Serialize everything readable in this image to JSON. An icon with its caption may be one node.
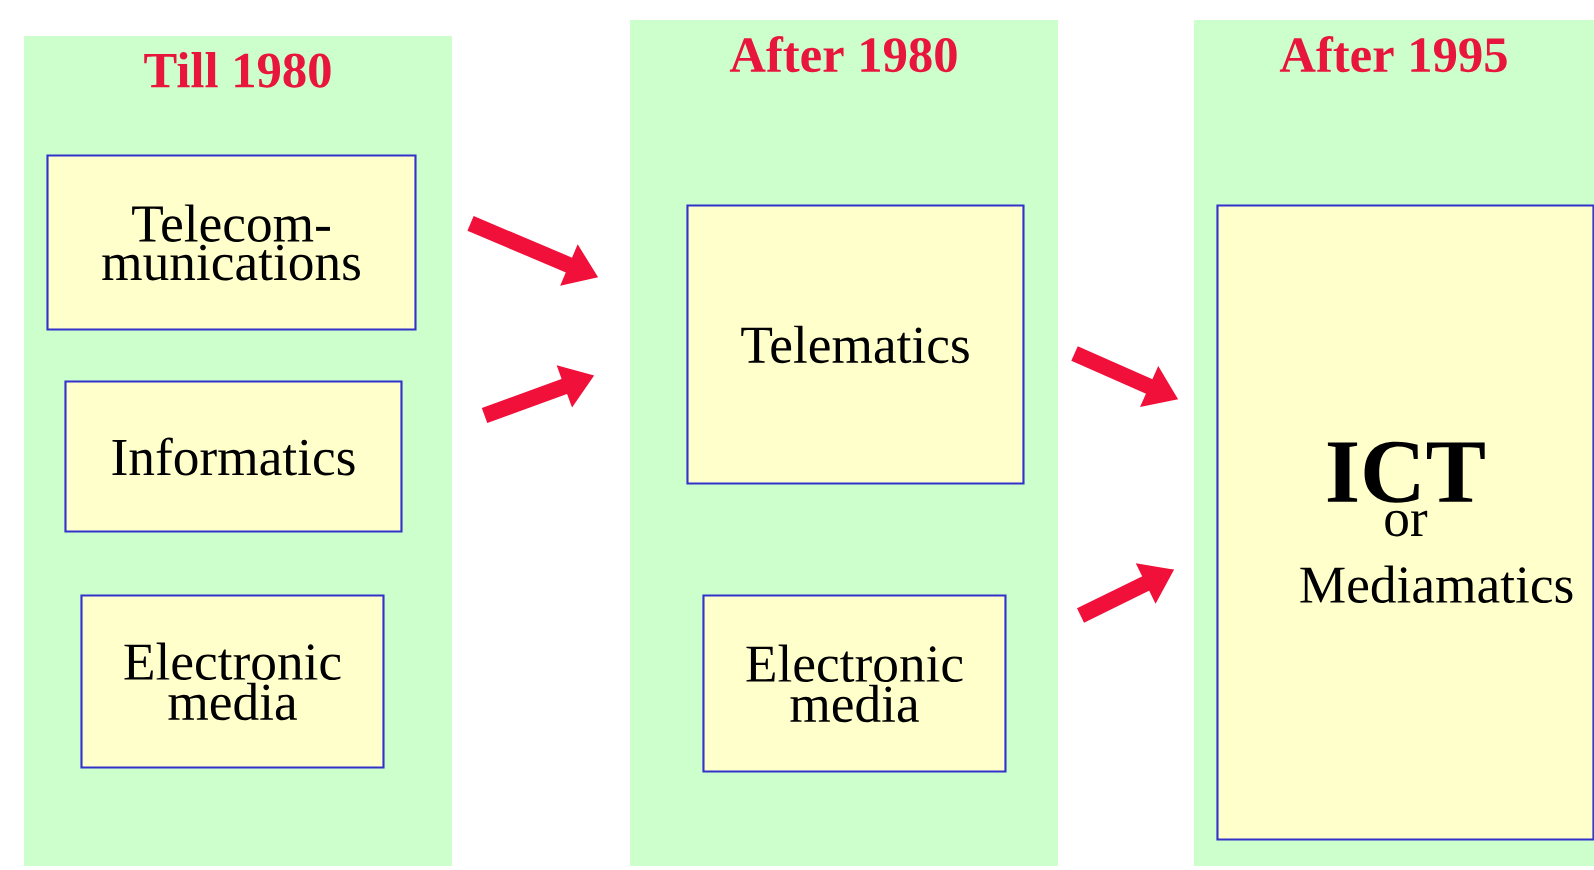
{
  "diagram": {
    "nodes": [
      {
        "text": [
          "Till 1980"
        ]
      },
      {
        "text": [
          "Telecom- munications"
        ],
        "in": 0
      },
      {
        "text": [
          "Informatics"
        ],
        "in": 0
      },
      {
        "text": [
          "Electronic media"
        ],
        "in": 0
      },
      {
        "text": [
          "After 1980"
        ]
      },
      {
        "text": [
          "Telematics"
        ],
        "in": 4
      },
      {
        "text": [
          "Electronic media"
        ],
        "in": 4
      },
      {
        "text": [
          "After 1995"
        ]
      },
      {
        "text": [
          "ICT",
          "or Mediamatics"
        ],
        "in": 7
      }
    ],
    "edges": [
      {
        "from": 1,
        "to": 5,
        "arrow": "to"
      },
      {
        "from": 2,
        "to": 5,
        "arrow": "to"
      },
      {
        "from": 5,
        "to": 8,
        "arrow": "to"
      },
      {
        "from": 6,
        "to": 8,
        "arrow": "to"
      }
    ]
  }
}
